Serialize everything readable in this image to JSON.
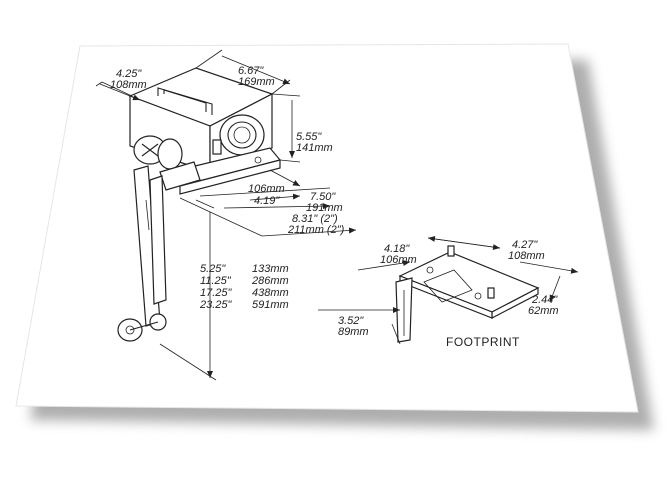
{
  "colors": {
    "paper": "#ffffff",
    "ink": "#222222",
    "shadow": "#9a9a9a"
  },
  "unit_marks": {
    "inch": "\""
  },
  "dimensions": {
    "depth": {
      "in": "4.25",
      "mm": "108mm"
    },
    "width": {
      "in": "6.67",
      "mm": "169mm"
    },
    "height": {
      "in": "5.55",
      "mm": "141mm"
    },
    "base_a": {
      "mm": "106mm",
      "in": "4.19"
    },
    "base_b": {
      "in": "7.50",
      "mm": "191mm"
    },
    "base_c": {
      "in": "8.31\" (2\")",
      "mm": "211mm (2\")"
    },
    "arm": [
      {
        "in": "5.25",
        "mm": "133mm"
      },
      {
        "in": "11.25",
        "mm": "286mm"
      },
      {
        "in": "17.25",
        "mm": "438mm"
      },
      {
        "in": "23.25",
        "mm": "591mm"
      }
    ],
    "fp_depth": {
      "in": "4.18",
      "mm": "106mm"
    },
    "fp_width": {
      "in": "4.27",
      "mm": "108mm"
    },
    "fp_offset": {
      "in": "2.44",
      "mm": "62mm"
    },
    "fp_post": {
      "in": "3.52",
      "mm": "89mm"
    }
  },
  "footprint_label": "FOOTPRINT"
}
